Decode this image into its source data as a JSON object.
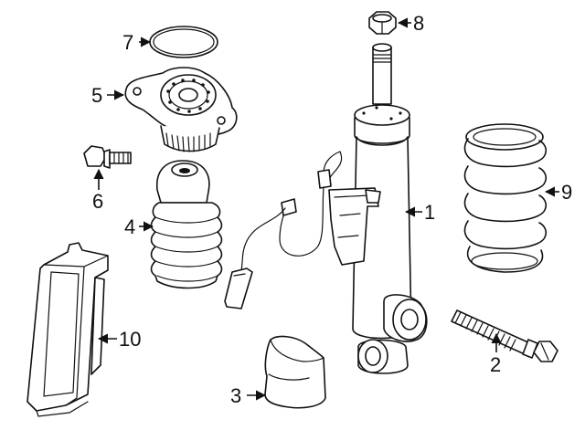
{
  "callouts": [
    {
      "id": "1",
      "label": "1",
      "part": "shock-absorber"
    },
    {
      "id": "2",
      "label": "2",
      "part": "mounting-bolt"
    },
    {
      "id": "3",
      "label": "3",
      "part": "shield"
    },
    {
      "id": "4",
      "label": "4",
      "part": "dust-boot"
    },
    {
      "id": "5",
      "label": "5",
      "part": "upper-mount"
    },
    {
      "id": "6",
      "label": "6",
      "part": "mount-bolt"
    },
    {
      "id": "7",
      "label": "7",
      "part": "seal-ring"
    },
    {
      "id": "8",
      "label": "8",
      "part": "nut"
    },
    {
      "id": "9",
      "label": "9",
      "part": "coil-spring"
    },
    {
      "id": "10",
      "label": "10",
      "part": "cover-panel"
    }
  ],
  "colors": {
    "ink": "#111111",
    "background": "#ffffff"
  }
}
